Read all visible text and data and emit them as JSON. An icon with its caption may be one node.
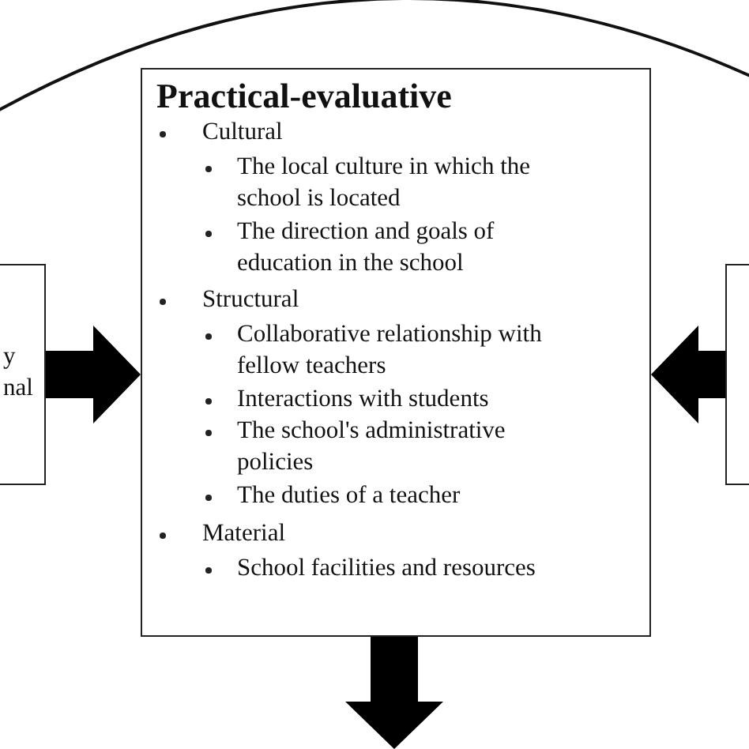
{
  "diagram": {
    "nodes": [
      {
        "text": [
          "y nal"
        ]
      },
      {
        "text": [
          "Practical-evaluative",
          "Cultural",
          "The local culture in which the school is located",
          "The direction and goals of education in the school",
          "Structural",
          "Collaborative relationship with fellow teachers",
          "Interactions with students",
          "The school's administrative policies",
          "The duties of a teacher",
          "Material",
          "School facilities and resources"
        ]
      },
      {
        "text": [],
        "shape": "box"
      }
    ],
    "edges": [
      {
        "from": 0,
        "to": 1,
        "arrow": "to",
        "style": "thick"
      },
      {
        "from": 2,
        "to": 1,
        "arrow": "to",
        "style": "thick"
      },
      {
        "from": 1,
        "to": null,
        "arrow": "to",
        "style": "thick"
      }
    ]
  }
}
